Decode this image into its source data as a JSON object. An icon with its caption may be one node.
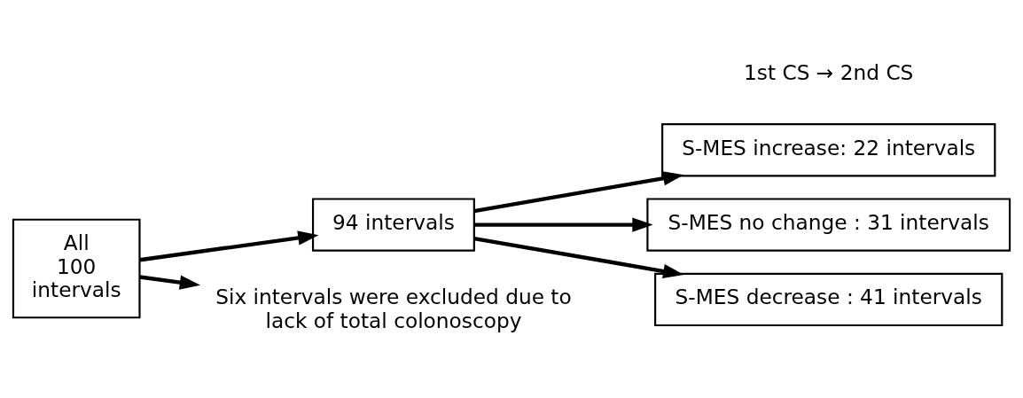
{
  "diagram": {
    "nodes": [
      {
        "text": [
          "All 100 intervals"
        ]
      },
      {
        "text": [
          "94 intervals"
        ]
      },
      {
        "text": [
          "S-MES increase: 22 intervals"
        ]
      },
      {
        "text": [
          "S-MES no change : 31 intervals"
        ]
      },
      {
        "text": [
          "S-MES decrease : 41 intervals"
        ]
      },
      {
        "text": [
          "Six intervals were excluded due to lack of total colonoscopy"
        ]
      }
    ],
    "edges": [
      {
        "from": 0,
        "to": 1,
        "arrow": "to"
      },
      {
        "from": 0,
        "to": 5,
        "arrow": "to"
      },
      {
        "from": 1,
        "to": 2,
        "arrow": "to"
      },
      {
        "from": 1,
        "to": 3,
        "arrow": "to"
      },
      {
        "from": 1,
        "to": 4,
        "arrow": "to"
      }
    ],
    "labels": [
      "1st CS → 2nd CS"
    ]
  }
}
